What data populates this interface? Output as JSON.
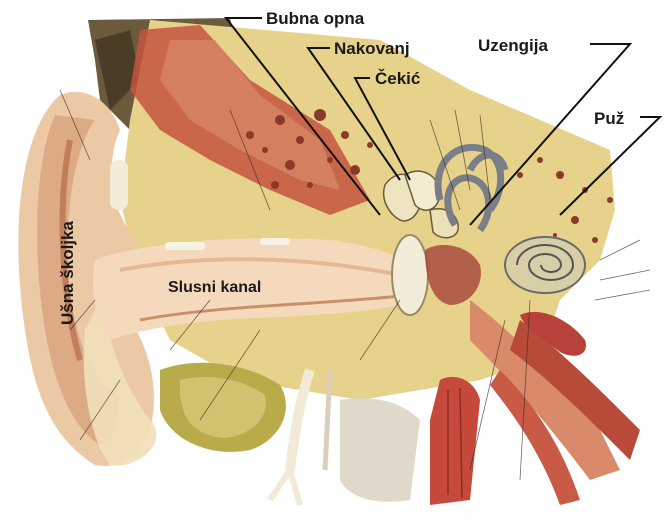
{
  "labels": {
    "bubna_opna": "Bubna opna",
    "nakovanj": "Nakovanj",
    "cekic": "Čekić",
    "uzengija": "Uzengija",
    "puz": "Puž",
    "usna_skoljka": "Ušna školjka",
    "slusni_kanal": "Slusni kanal"
  },
  "colors": {
    "skin": "#e9c9a8",
    "tissue_yellow": "#e8d48a",
    "muscle_red": "#b8413a",
    "bone_cream": "#efe2b8",
    "dark_hair": "#5a4a32",
    "cartilage": "#f3e7cf"
  }
}
